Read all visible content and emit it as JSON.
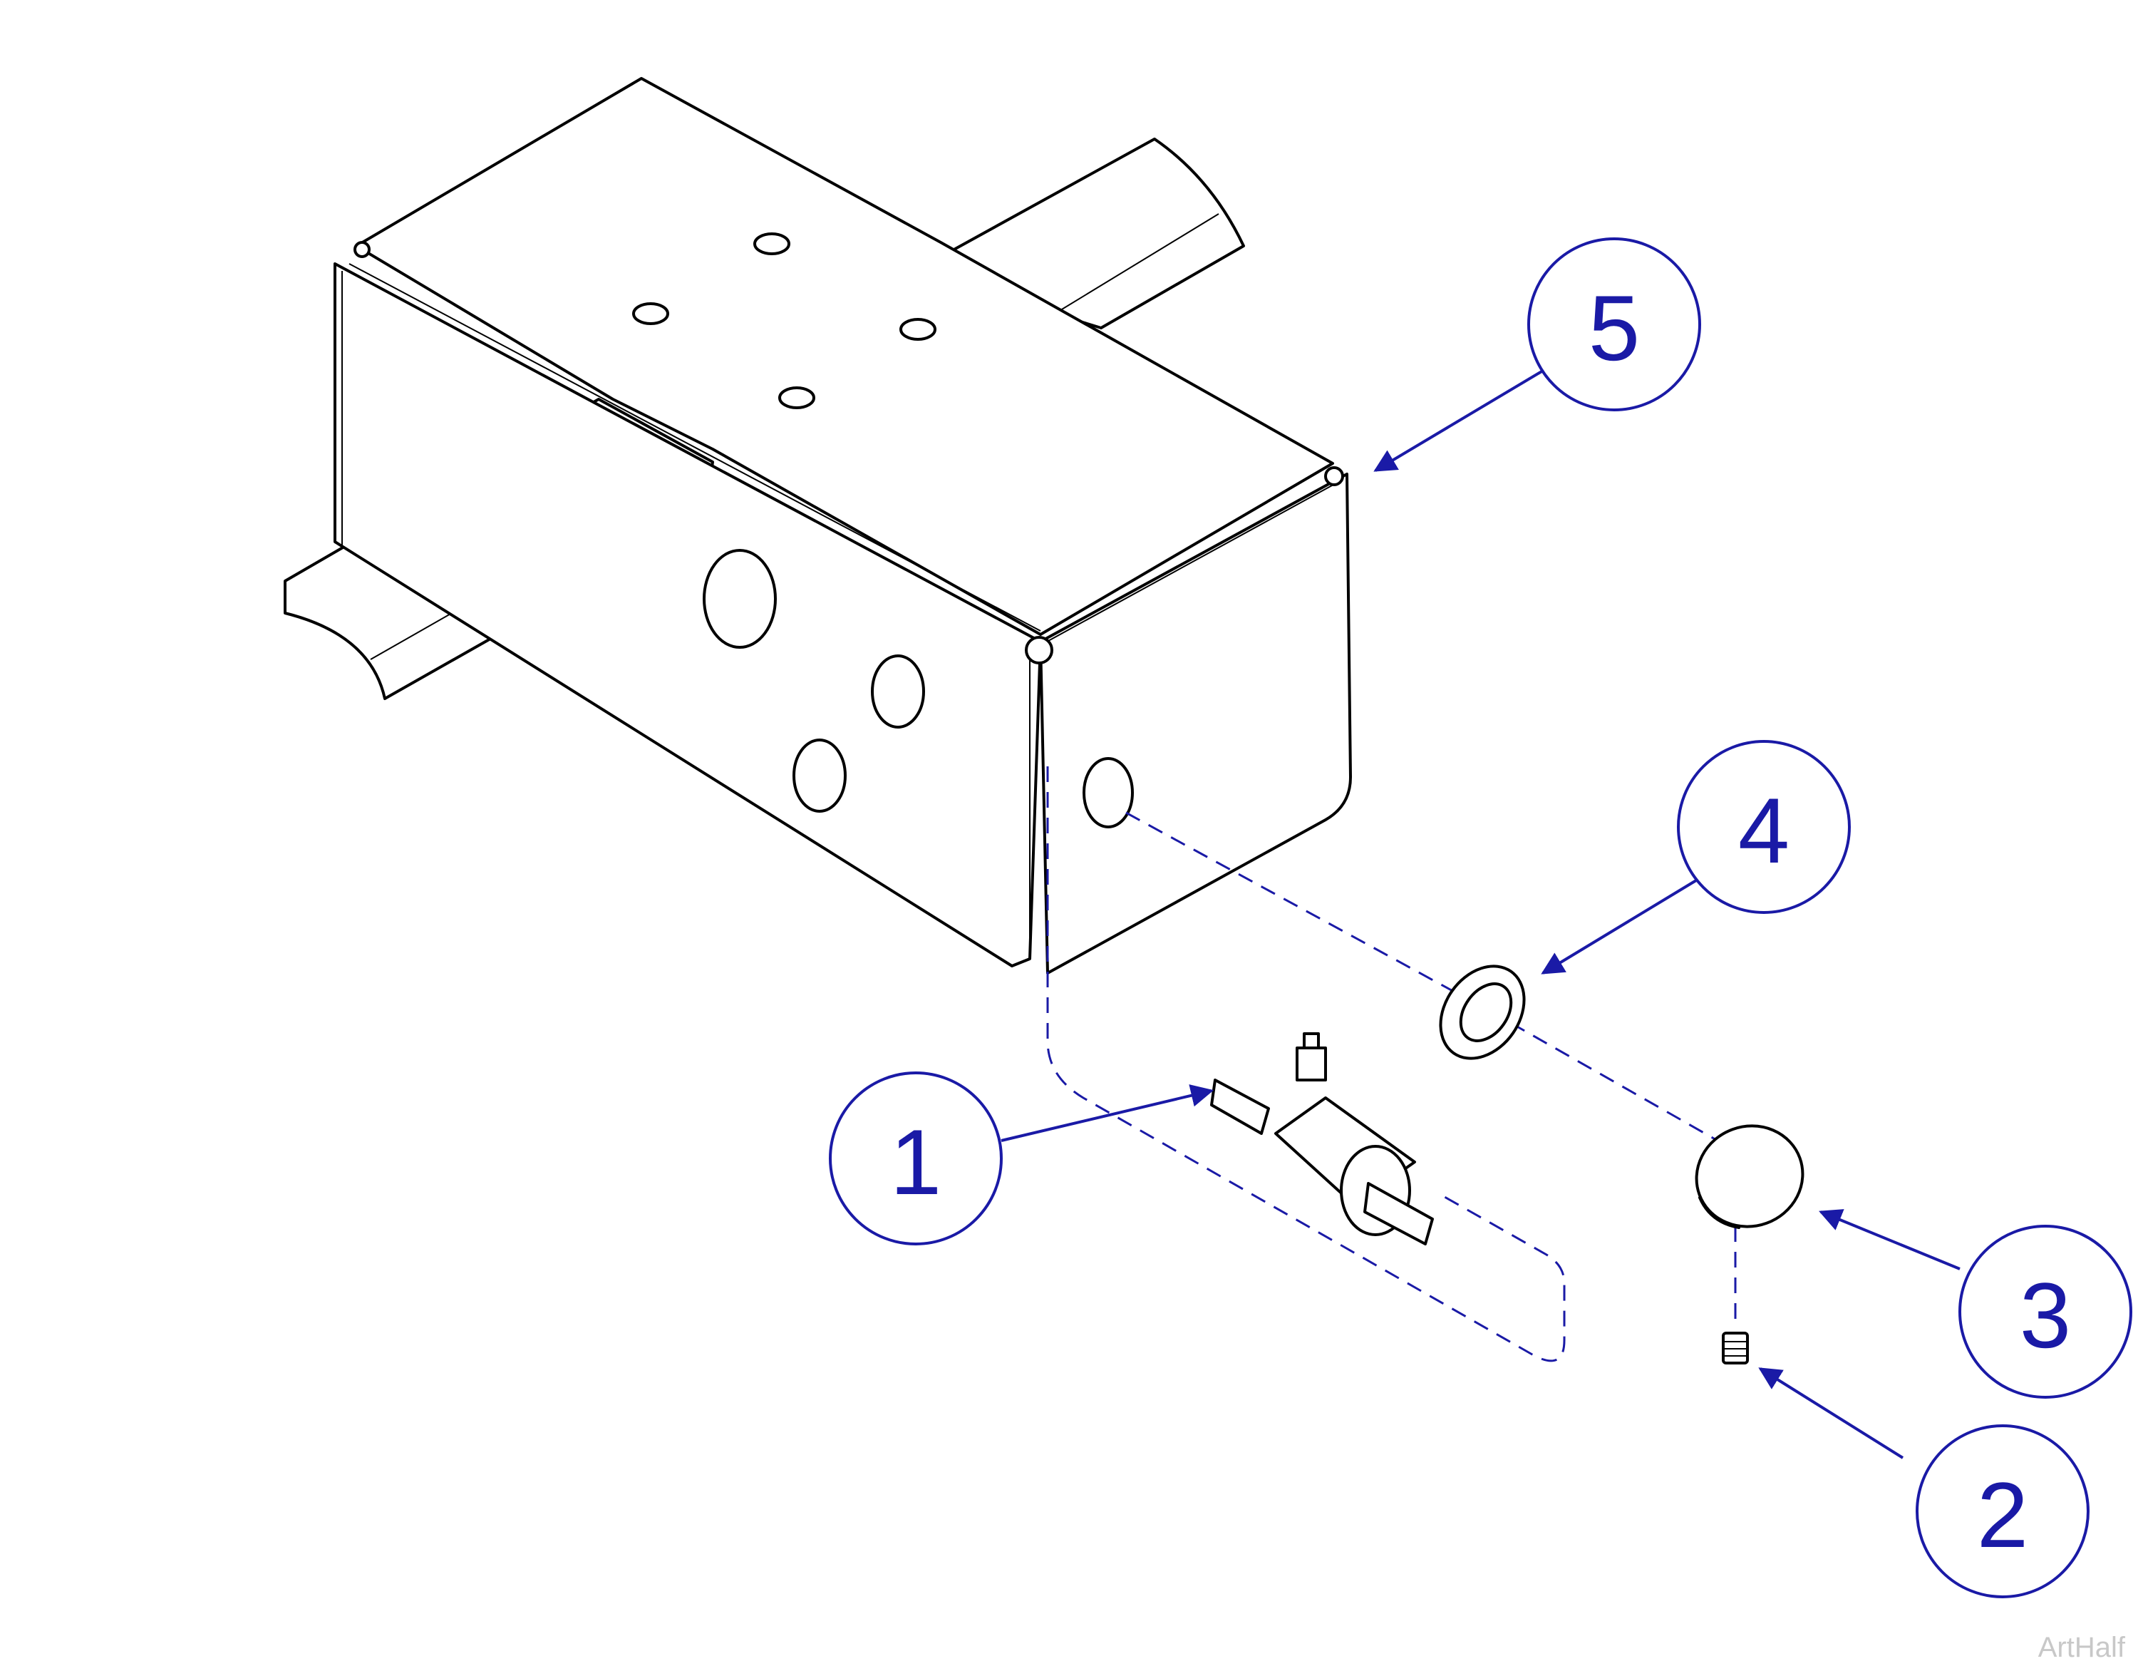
{
  "diagram": {
    "callouts": [
      {
        "id": "1",
        "label": "1"
      },
      {
        "id": "2",
        "label": "2"
      },
      {
        "id": "3",
        "label": "3"
      },
      {
        "id": "4",
        "label": "4"
      },
      {
        "id": "5",
        "label": "5"
      }
    ],
    "watermark": "ArtHalf",
    "colors": {
      "callout": "#1a1aa6",
      "line_art": "#000000",
      "watermark": "#c8c8c8"
    }
  }
}
